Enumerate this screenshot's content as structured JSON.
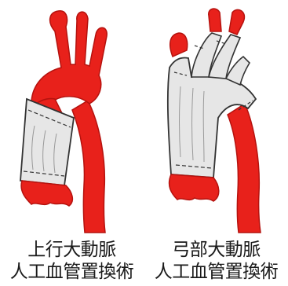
{
  "figures": [
    {
      "id": "ascending",
      "caption_line1": "上行大動脈",
      "caption_line2": "人工血管置換術"
    },
    {
      "id": "arch",
      "caption_line1": "弓部大動脈",
      "caption_line2": "人工血管置換術"
    }
  ],
  "colors": {
    "vessel": "#e8211b",
    "vessel_shadow": "#b5120e",
    "graft_fill": "#e6e6e6",
    "graft_stroke": "#333333",
    "caption": "#1a1a1a"
  }
}
